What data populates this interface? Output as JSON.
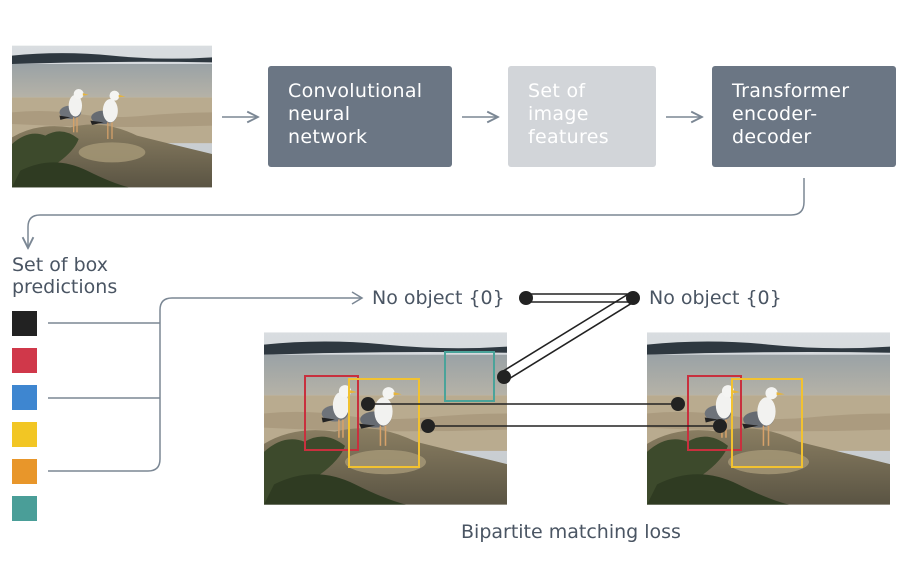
{
  "blocks": {
    "cnn": "Convolutional neural network",
    "features": "Set of image features",
    "transformer": "Transformer encoder-decoder"
  },
  "predictions_label_line1": "Set of box",
  "predictions_label_line2": "predictions",
  "no_object_left": "No object {0}",
  "no_object_right": "No object {0}",
  "loss_label": "Bipartite matching loss",
  "swatches": [
    "#222222",
    "#d0384a",
    "#3e86d0",
    "#f2c624",
    "#e8962a",
    "#4a9e98"
  ],
  "colors": {
    "block_dark": "#6b7684",
    "block_light": "#d2d5d9",
    "arrow": "#7b8794",
    "box_red": "#c8303e",
    "box_yellow": "#f2c230",
    "box_teal": "#4aa39a"
  }
}
